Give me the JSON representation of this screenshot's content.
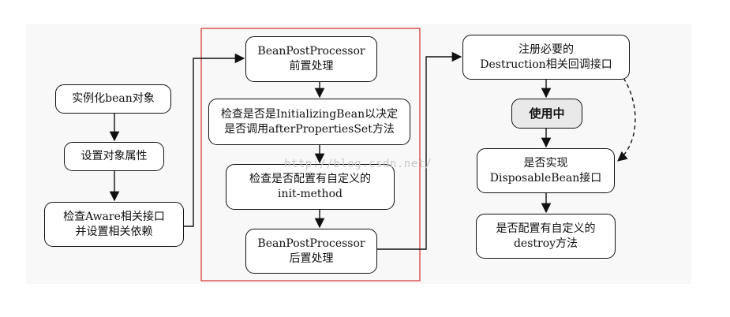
{
  "diagram": {
    "accent_colors": {
      "stroke": "#111111",
      "highlight_frame": "#d32f2f",
      "in_use_fill": "#e9e9e9",
      "watermark": "#c8c8c8"
    },
    "nodes": {
      "instantiate": "实例化bean对象",
      "set_properties": "设置对象属性",
      "check_aware": "检查Aware相关接口\n并设置相关依赖",
      "bpp_before": "BeanPostProcessor\n前置处理",
      "check_initializing": "检查是否是InitializingBean以决定\n是否调用afterPropertiesSet方法",
      "check_init_method": "检查是否配置有自定义的\ninit-method",
      "bpp_after": "BeanPostProcessor\n后置处理",
      "register_destruction": "注册必要的\nDestruction相关回调接口",
      "in_use": "使用中",
      "check_disposable": "是否实现\nDisposableBean接口",
      "check_destroy_method": "是否配置有自定义的\ndestroy方法"
    },
    "watermark": "http://blog.csdn.net/"
  }
}
